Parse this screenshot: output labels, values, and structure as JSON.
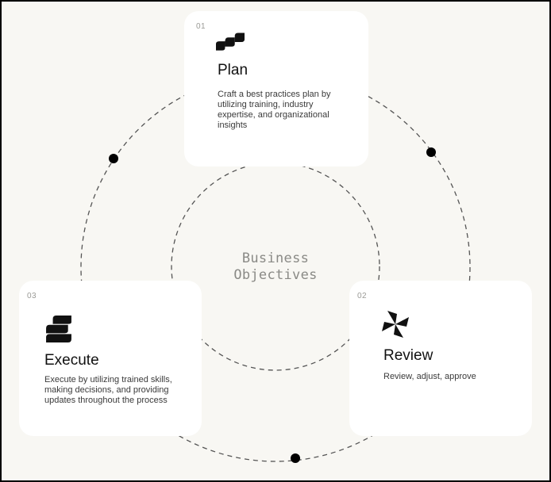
{
  "center": {
    "line1": "Business",
    "line2": "Objectives"
  },
  "steps": [
    {
      "number": "01",
      "title": "Plan",
      "description": "Craft a best practices plan by utilizing training, industry expertise, and organizational insights",
      "icon": "stairs-icon"
    },
    {
      "number": "02",
      "title": "Review",
      "description": "Review, adjust, approve",
      "icon": "pinwheel-icon"
    },
    {
      "number": "03",
      "title": "Execute",
      "description": "Execute by utilizing trained skills, making decisions, and providing updates throughout the process",
      "icon": "stacked-blocks-icon"
    }
  ],
  "colors": {
    "background": "#f8f7f3",
    "card": "#ffffff",
    "ink": "#111111",
    "dash": "#555555"
  }
}
